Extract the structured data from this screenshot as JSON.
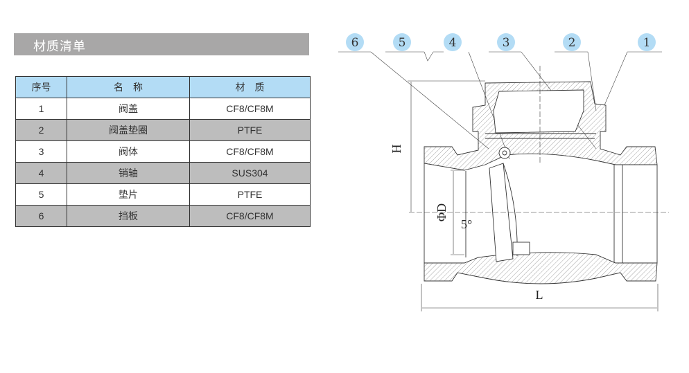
{
  "section_title": "材质清单",
  "table": {
    "headers": [
      "序号",
      "名　称",
      "材　质"
    ],
    "rows": [
      {
        "no": "1",
        "name": "阀盖",
        "material": "CF8/CF8M"
      },
      {
        "no": "2",
        "name": "阀盖垫圈",
        "material": "PTFE"
      },
      {
        "no": "3",
        "name": "阀体",
        "material": "CF8/CF8M"
      },
      {
        "no": "4",
        "name": "销轴",
        "material": "SUS304"
      },
      {
        "no": "5",
        "name": "垫片",
        "material": "PTFE"
      },
      {
        "no": "6",
        "name": "挡板",
        "material": "CF8/CF8M"
      }
    ]
  },
  "drawing": {
    "callouts": [
      "6",
      "5",
      "4",
      "3",
      "2",
      "1"
    ],
    "dim_H": "H",
    "dim_D": "ΦD",
    "dim_L": "L",
    "angle": "5°"
  },
  "colors": {
    "header_bar": "#a8a7a7",
    "table_header": "#b3dcf5",
    "alt_row": "#bdbdbd",
    "callout": "#b3dcf5"
  }
}
